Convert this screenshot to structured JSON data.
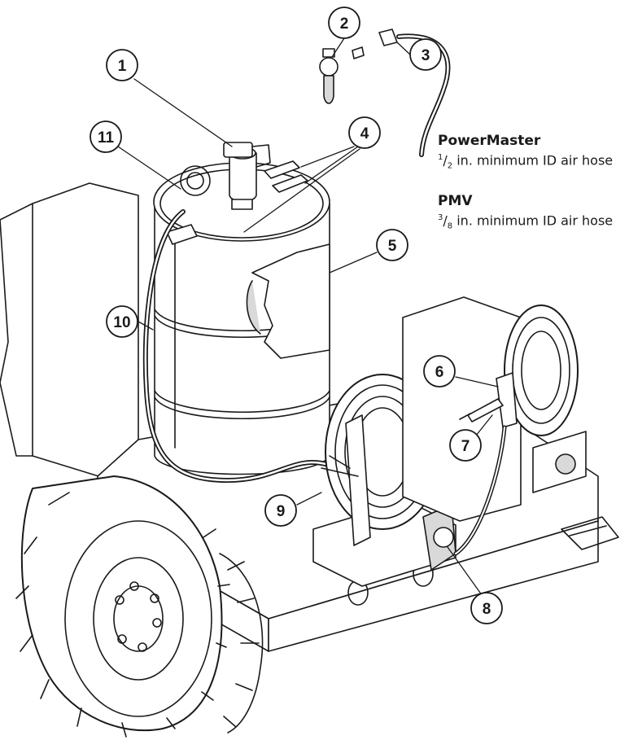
{
  "callouts": [
    "1",
    "2",
    "3",
    "4",
    "5",
    "6",
    "7",
    "8",
    "9",
    "10",
    "11"
  ],
  "specs": [
    {
      "name": "PowerMaster",
      "num": "1",
      "den": "2",
      "desc": " in. minimum ID air hose"
    },
    {
      "name": "PMV",
      "num": "3",
      "den": "8",
      "desc": " in. minimum ID air hose"
    }
  ],
  "colors": {
    "line": "#1a1a1a",
    "fill": "#ffffff",
    "shade": "#d9d9d9"
  }
}
